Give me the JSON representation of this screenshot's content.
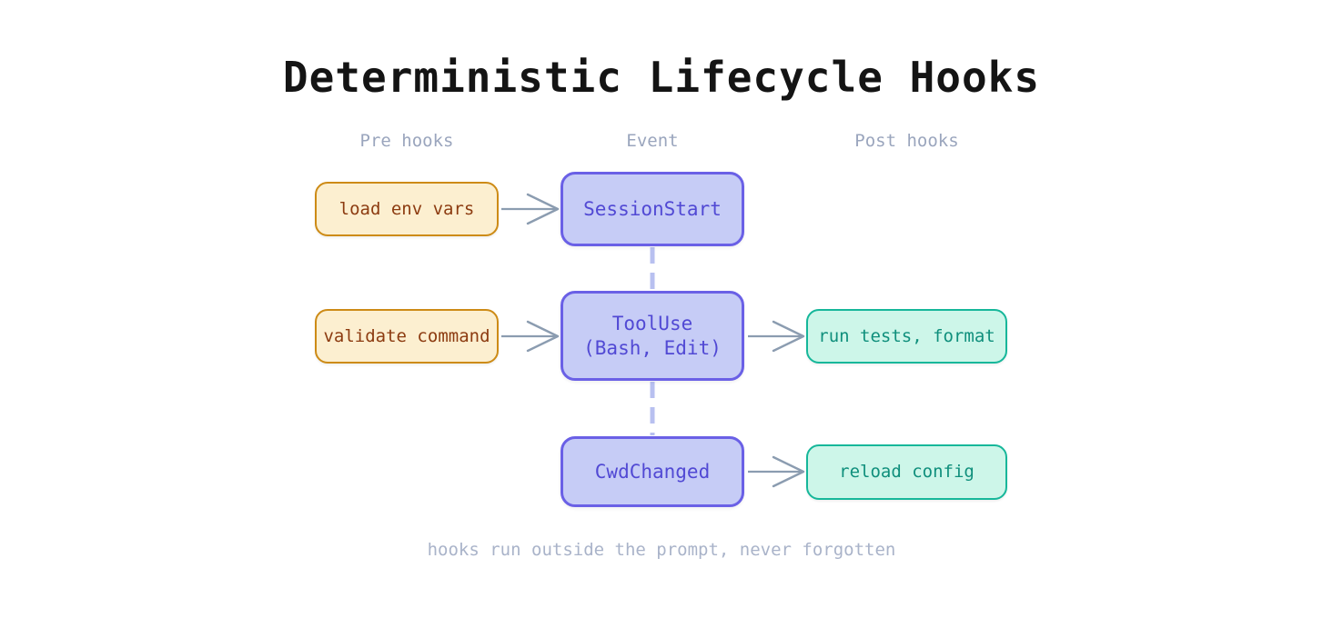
{
  "title": "Deterministic Lifecycle Hooks",
  "caption": "hooks run outside the prompt, never forgotten",
  "columns": {
    "pre": "Pre hooks",
    "event": "Event",
    "post": "Post hooks"
  },
  "colors": {
    "background": "#ffffff",
    "title_text": "#141414",
    "header_text": "#9aa5bd",
    "caption_text": "#a9b3c9",
    "pre_fill": "#fcefd0",
    "pre_border": "#cd8b16",
    "pre_text": "#8c3b10",
    "event_fill": "#c6ccf6",
    "event_border": "#6a60e6",
    "event_text": "#5149d4",
    "post_fill": "#cdf6e9",
    "post_border": "#16b79a",
    "post_text": "#0f8f7c",
    "arrow": "#8b9cb0",
    "flow_line": "#b8c0f0"
  },
  "nodes": {
    "pre_1": "load env vars",
    "pre_2": "validate command",
    "event_1": "SessionStart",
    "event_2": "ToolUse\n(Bash, Edit)",
    "event_3": "CwdChanged",
    "post_2": "run tests, format",
    "post_3": "reload config"
  },
  "diagram_data": {
    "type": "flow",
    "rows": [
      {
        "pre": "load env vars",
        "event": "SessionStart",
        "post": null
      },
      {
        "pre": "validate command",
        "event": "ToolUse\n(Bash, Edit)",
        "post": "run tests, format"
      },
      {
        "pre": null,
        "event": "CwdChanged",
        "post": "reload config"
      }
    ],
    "edges": [
      {
        "from": "load env vars",
        "to": "SessionStart",
        "style": "arrow"
      },
      {
        "from": "validate command",
        "to": "ToolUse",
        "style": "arrow"
      },
      {
        "from": "ToolUse",
        "to": "run tests, format",
        "style": "arrow"
      },
      {
        "from": "CwdChanged",
        "to": "reload config",
        "style": "arrow"
      },
      {
        "from": "SessionStart",
        "to": "ToolUse",
        "style": "dashed-vertical"
      },
      {
        "from": "ToolUse",
        "to": "CwdChanged",
        "style": "dashed-vertical"
      }
    ]
  }
}
